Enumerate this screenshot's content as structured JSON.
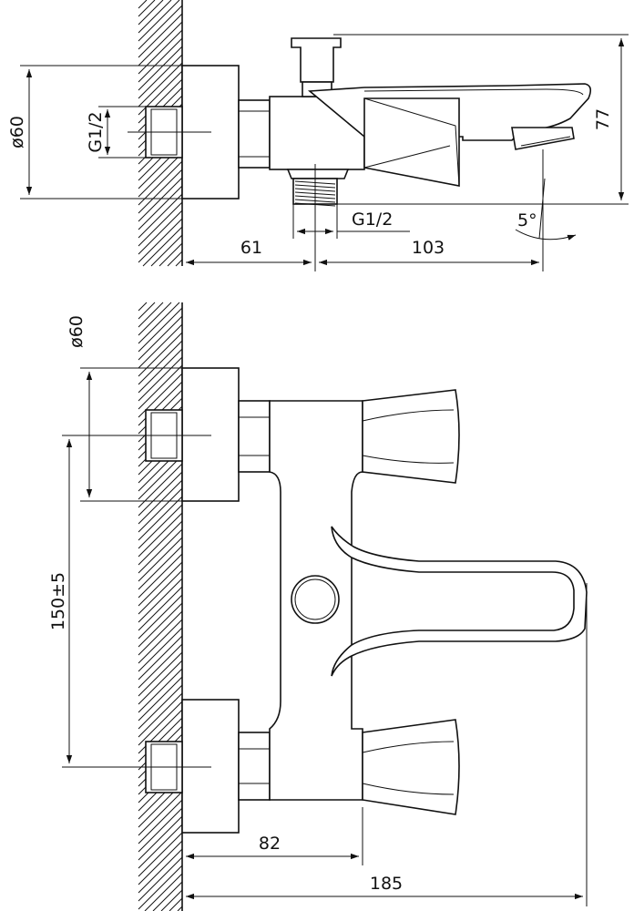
{
  "side_view": {
    "diameter": "ø60",
    "thread_inlet": "G1/2",
    "thread_outlet": "G1/2",
    "height": "77",
    "angle": "5°",
    "dim_left": "61",
    "dim_right": "103"
  },
  "front_view": {
    "diameter": "ø60",
    "spacing": "150±5",
    "dim_handle": "82",
    "dim_total": "185"
  }
}
